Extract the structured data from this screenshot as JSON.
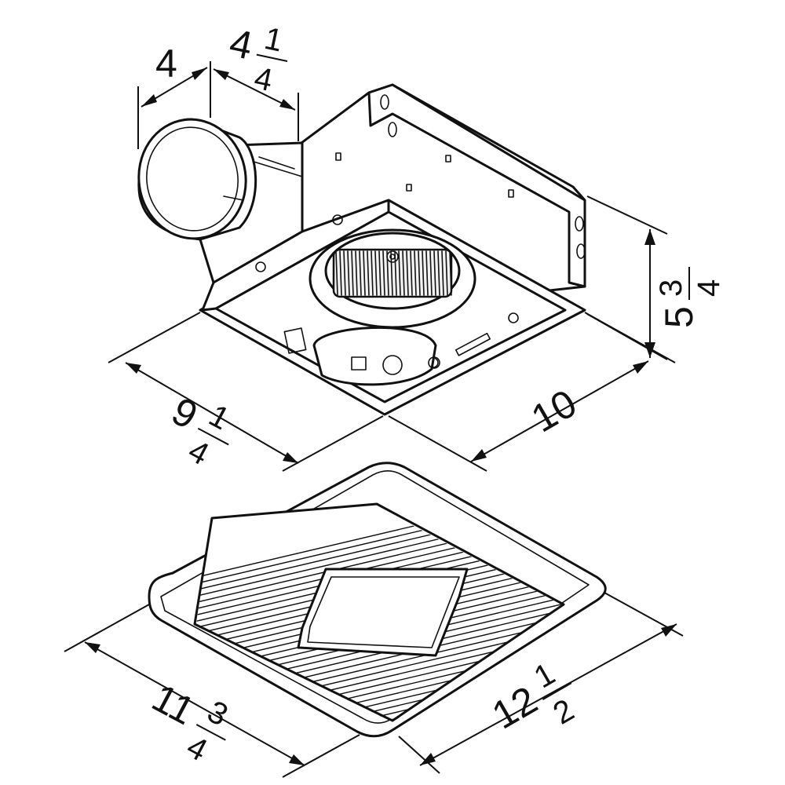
{
  "dimensions": {
    "duct_depth": {
      "whole": "4",
      "num": "",
      "den": ""
    },
    "duct_diameter": {
      "whole": "4",
      "num": "1",
      "den": "4"
    },
    "housing_height": {
      "whole": "5",
      "num": "3",
      "den": "4"
    },
    "housing_width": {
      "whole": "9",
      "num": "1",
      "den": "4"
    },
    "housing_length": {
      "whole": "10",
      "num": "",
      "den": ""
    },
    "grille_width": {
      "whole": "11",
      "num": "3",
      "den": "4"
    },
    "grille_length": {
      "whole": "12",
      "num": "1",
      "den": "2"
    }
  }
}
